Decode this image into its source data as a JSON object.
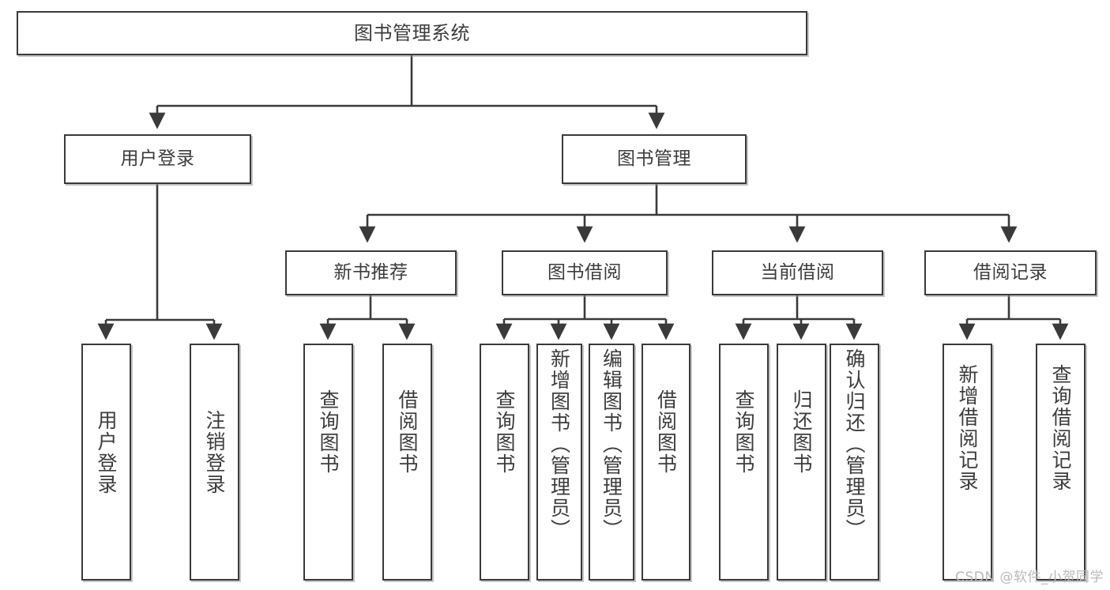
{
  "diagram": {
    "title": "图书管理系统",
    "type": "tree",
    "watermark": "CSDN @软件_小贺同学",
    "stroke_color": "#3a3a3a",
    "fill_color": "#ffffff",
    "text_color": "#3c3c3c"
  },
  "nodes": {
    "root": {
      "label": "图书管理系统",
      "level": 1
    },
    "login": {
      "label": "用户登录",
      "level": 2
    },
    "book_mgmt": {
      "label": "图书管理",
      "level": 2
    },
    "new_book_rec": {
      "label": "新书推荐",
      "level": 3
    },
    "book_borrow": {
      "label": "图书借阅",
      "level": 3
    },
    "current_borrow": {
      "label": "当前借阅",
      "level": 3
    },
    "borrow_record": {
      "label": "借阅记录",
      "level": 3
    }
  },
  "leaves": {
    "login": [
      {
        "label": "用户登录"
      },
      {
        "label": "注销登录"
      }
    ],
    "new_book_rec": [
      {
        "label": "查询图书"
      },
      {
        "label": "借阅图书"
      }
    ],
    "book_borrow": [
      {
        "label": "查询图书"
      },
      {
        "label": "新增图书（管理员）"
      },
      {
        "label": "编辑图书（管理员）"
      },
      {
        "label": "借阅图书"
      }
    ],
    "current_borrow": [
      {
        "label": "查询图书"
      },
      {
        "label": "归还图书"
      },
      {
        "label": "确认归还（管理员）"
      }
    ],
    "borrow_record": [
      {
        "label": "新增借阅记录"
      },
      {
        "label": "查询借阅记录"
      }
    ]
  }
}
